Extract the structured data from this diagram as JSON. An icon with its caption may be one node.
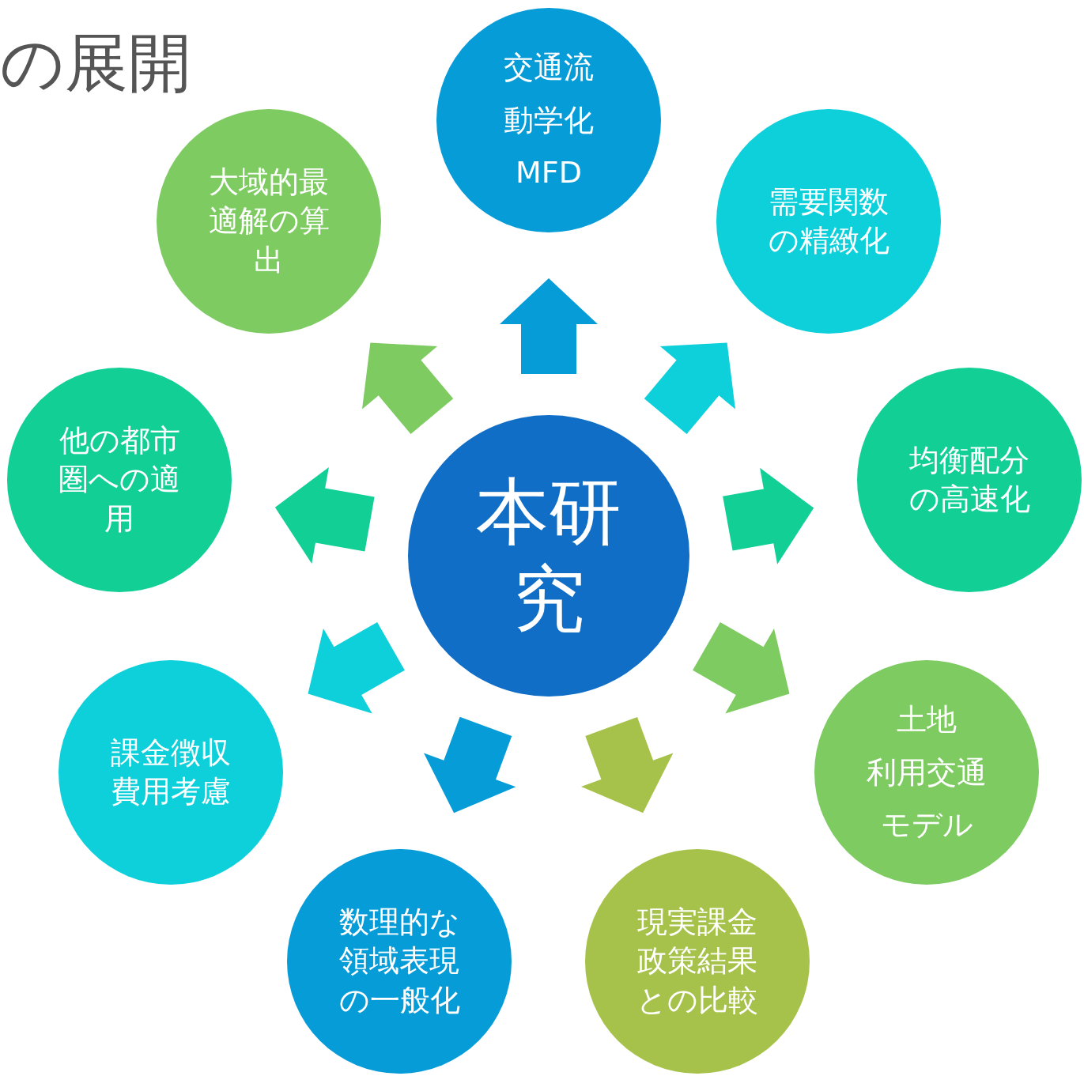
{
  "diagram": {
    "title": "の展開",
    "nodes": [
      {
        "text": [
          "本研究"
        ]
      },
      {
        "text": [
          "交通流",
          "動学化",
          "MFD"
        ]
      },
      {
        "text": [
          "需要関数の精緻化"
        ]
      },
      {
        "text": [
          "均衡配分の高速化"
        ]
      },
      {
        "text": [
          "土地",
          "利用交通",
          "モデル"
        ]
      },
      {
        "text": [
          "現実課金政策結果との比較"
        ]
      },
      {
        "text": [
          "数理的な領域表現の一般化"
        ]
      },
      {
        "text": [
          "課金徴収費用考慮"
        ]
      },
      {
        "text": [
          "他の都市圏への適用"
        ]
      },
      {
        "text": [
          "大域的最適解の算出"
        ]
      }
    ],
    "edges": [
      {
        "from": 0,
        "to": 1,
        "arrow": "to",
        "color": "#069cd8"
      },
      {
        "from": 0,
        "to": 2,
        "arrow": "to",
        "color": "#0ed0da"
      },
      {
        "from": 0,
        "to": 3,
        "arrow": "to",
        "color": "#12cf96"
      },
      {
        "from": 0,
        "to": 4,
        "arrow": "to",
        "color": "#7ecb62"
      },
      {
        "from": 0,
        "to": 5,
        "arrow": "to",
        "color": "#a7c24a"
      },
      {
        "from": 0,
        "to": 6,
        "arrow": "to",
        "color": "#069cd8"
      },
      {
        "from": 0,
        "to": 7,
        "arrow": "to",
        "color": "#0ed0da"
      },
      {
        "from": 0,
        "to": 8,
        "arrow": "to",
        "color": "#12cf96"
      },
      {
        "from": 0,
        "to": 9,
        "arrow": "to",
        "color": "#7ecb62"
      }
    ]
  }
}
